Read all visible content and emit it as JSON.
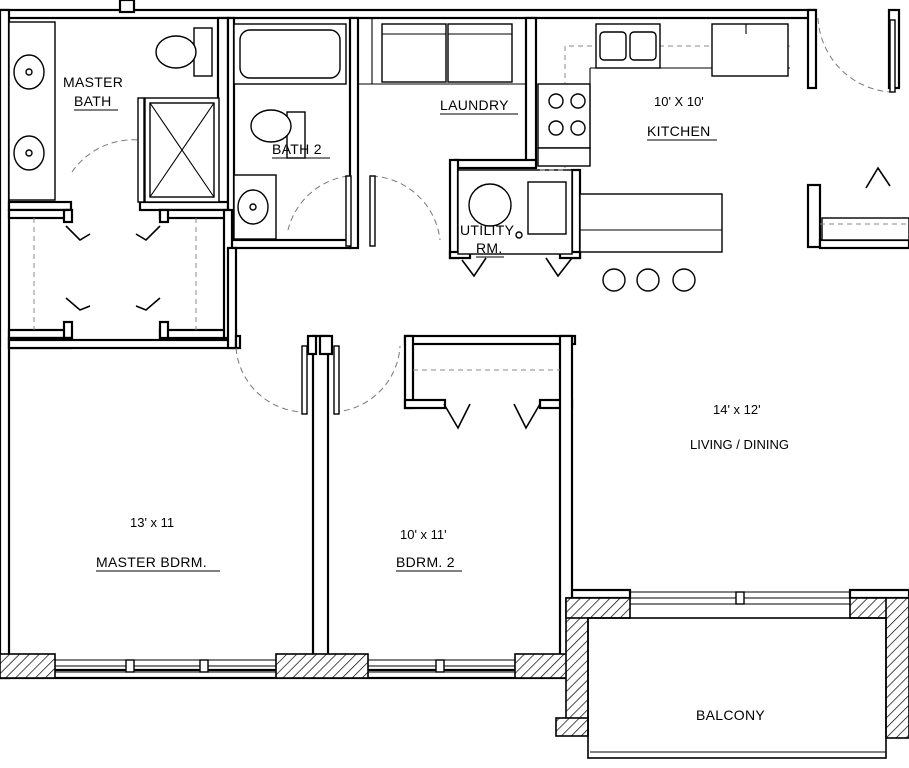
{
  "rooms": {
    "master_bath": {
      "line1": "MASTER",
      "line2": "BATH"
    },
    "bath2": {
      "name": "BATH 2"
    },
    "laundry": {
      "name": "LAUNDRY"
    },
    "kitchen": {
      "dims": "10' X 10'",
      "name": "KITCHEN"
    },
    "utility": {
      "line1": "UTILITY",
      "line2": "RM."
    },
    "living": {
      "dims": "14' x 12'",
      "name": "LIVING / DINING"
    },
    "master_bedroom": {
      "dims": "13' x 11",
      "name": "MASTER BDRM."
    },
    "bedroom2": {
      "dims": "10' x 11'",
      "name": "BDRM. 2"
    },
    "balcony": {
      "name": "BALCONY"
    }
  }
}
